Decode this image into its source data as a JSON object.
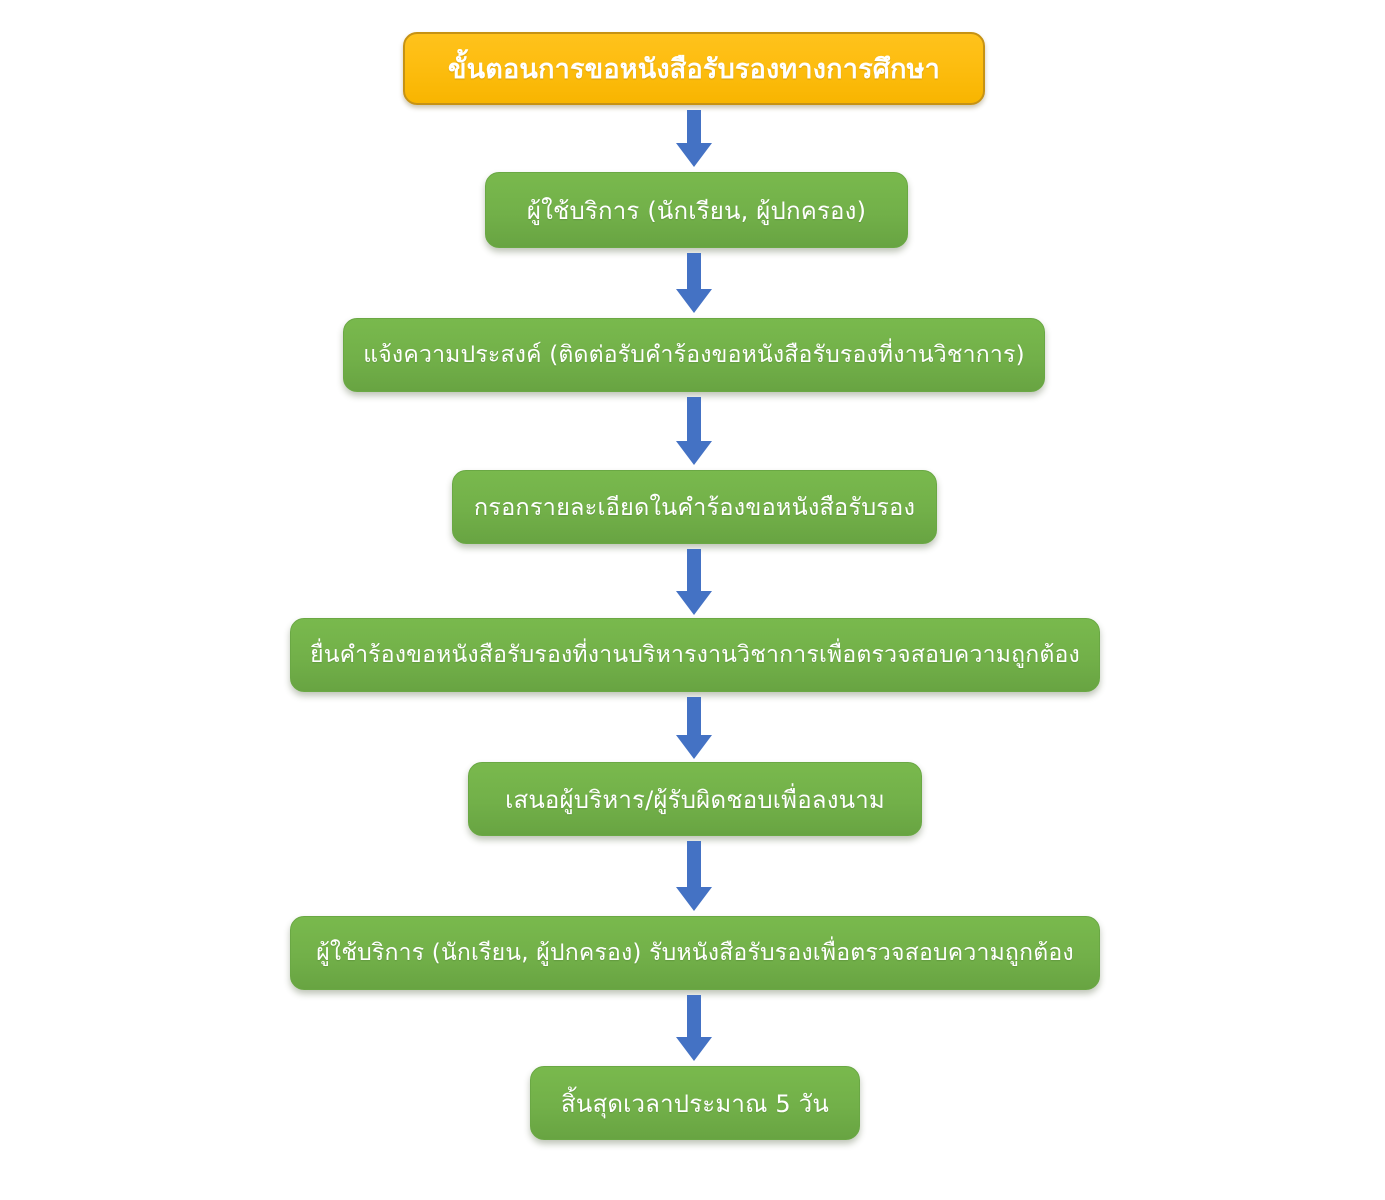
{
  "document": {
    "type": "flowchart",
    "title": "ขั้นตอนการขอหนังสือรับรองทางการศึกษา",
    "orientation": "top-to-bottom",
    "background_color": "#ffffff"
  },
  "colors": {
    "start_fill": "#FDBD10",
    "start_border": "#C69214",
    "process_fill": "#72B049",
    "process_border": "#6AA844",
    "arrow": "#4472C4",
    "node_text": "#FFFFFF"
  },
  "nodes": [
    {
      "id": "node-1",
      "kind": "start",
      "label": "ขั้นตอนการขอหนังสือรับรองทางการศึกษา"
    },
    {
      "id": "node-2",
      "kind": "process",
      "label": "ผู้ใช้บริการ (นักเรียน, ผู้ปกครอง)"
    },
    {
      "id": "node-3",
      "kind": "process",
      "label": "แจ้งความประสงค์ (ติดต่อรับคำร้องขอหนังสือรับรองที่งานวิชาการ)"
    },
    {
      "id": "node-4",
      "kind": "process",
      "label": "กรอกรายละเอียดในคำร้องขอหนังสือรับรอง"
    },
    {
      "id": "node-5",
      "kind": "process",
      "label": "ยื่นคำร้องขอหนังสือรับรองที่งานบริหารงานวิชาการเพื่อตรวจสอบความถูกต้อง"
    },
    {
      "id": "node-6",
      "kind": "process",
      "label": "เสนอผู้บริหาร/ผู้รับผิดชอบเพื่อลงนาม"
    },
    {
      "id": "node-7",
      "kind": "process",
      "label": "ผู้ใช้บริการ (นักเรียน, ผู้ปกครอง) รับหนังสือรับรองเพื่อตรวจสอบความถูกต้อง"
    },
    {
      "id": "node-8",
      "kind": "process",
      "label": "สิ้นสุดเวลาประมาณ 5 วัน"
    }
  ],
  "connectors": [
    {
      "id": "arrow-1",
      "icon": "arrow-down-icon",
      "from": "node-1",
      "to": "node-2"
    },
    {
      "id": "arrow-2",
      "icon": "arrow-down-icon",
      "from": "node-2",
      "to": "node-3"
    },
    {
      "id": "arrow-3",
      "icon": "arrow-down-icon",
      "from": "node-3",
      "to": "node-4"
    },
    {
      "id": "arrow-4",
      "icon": "arrow-down-icon",
      "from": "node-4",
      "to": "node-5"
    },
    {
      "id": "arrow-5",
      "icon": "arrow-down-icon",
      "from": "node-5",
      "to": "node-6"
    },
    {
      "id": "arrow-6",
      "icon": "arrow-down-icon",
      "from": "node-6",
      "to": "node-7"
    },
    {
      "id": "arrow-7",
      "icon": "arrow-down-icon",
      "from": "node-7",
      "to": "node-8"
    }
  ]
}
